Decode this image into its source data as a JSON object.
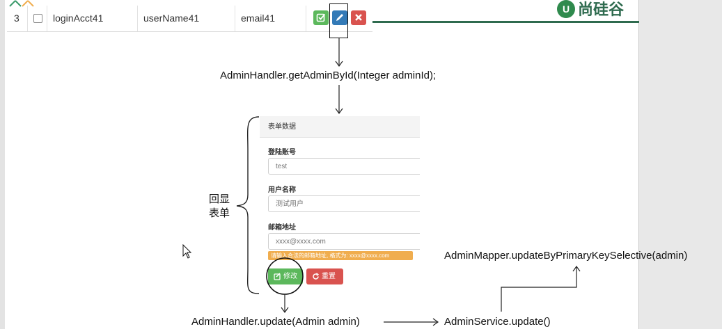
{
  "table_row": {
    "index": "3",
    "login_acct": "loginAcct41",
    "user_name": "userName41",
    "email": "email41"
  },
  "brand": {
    "badge": "U",
    "name": "尚硅谷"
  },
  "calls": {
    "get_admin": "AdminHandler.getAdminById(Integer adminId);",
    "mapper_update": "AdminMapper.updateByPrimaryKeySelective(admin)",
    "handler_update": "AdminHandler.update(Admin admin)",
    "service_update": "AdminService.update()"
  },
  "form": {
    "title": "表单数据",
    "login_label": "登陆账号",
    "login_value": "test",
    "name_label": "用户名称",
    "name_value": "测试用户",
    "email_label": "邮箱地址",
    "email_value": "xxxx@xxxx.com",
    "hint": "请输入合法的邮箱地址, 格式为: xxxx@xxxx.com",
    "save_label": "修改",
    "reset_label": "重置"
  },
  "echo_label": {
    "line1": "回显",
    "line2": "表单"
  },
  "colors": {
    "success": "#5cb85c",
    "primary": "#337ab7",
    "danger": "#d9534f",
    "warning": "#f0ad4e",
    "brand": "#2f6b4f"
  },
  "icons": [
    "check-square-icon",
    "pencil-icon",
    "times-icon",
    "refresh-icon",
    "mouse-cursor-icon"
  ]
}
